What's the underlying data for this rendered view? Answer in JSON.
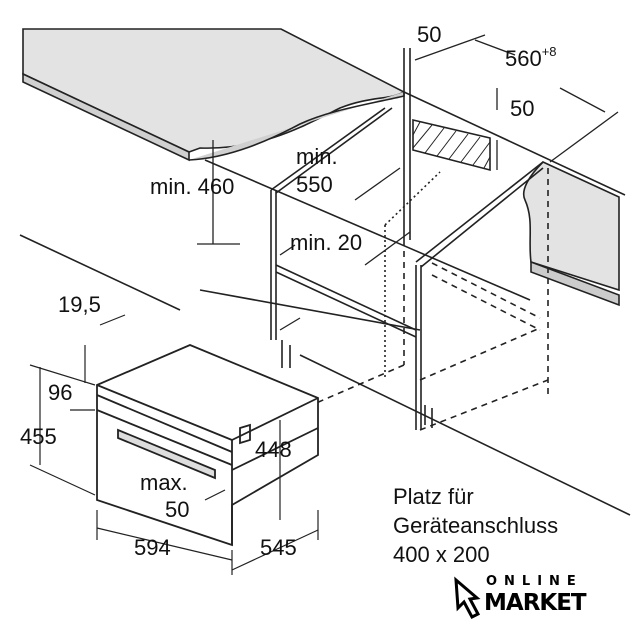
{
  "dimensions": {
    "gap_top": "50",
    "niche_width": "560",
    "niche_width_tolerance": "+8",
    "vent_depth": "50",
    "min_height_label": "min. 460",
    "min_depth_line1": "min.",
    "min_depth_line2": "550",
    "min_shelf": "min. 20",
    "front_offset": "19,5",
    "top_offset": "96",
    "appliance_height": "455",
    "cavity_height": "448",
    "max_line1": "max.",
    "max_line2": "50",
    "appliance_width": "594",
    "appliance_depth": "545"
  },
  "connection_note": {
    "line1": "Platz für",
    "line2": "Geräteanschluss",
    "line3": "400 x 200"
  },
  "watermark": {
    "line1": "ONLINE",
    "line2": "MARKET"
  },
  "colors": {
    "countertop": "#e3e3e3",
    "line": "#222222"
  }
}
